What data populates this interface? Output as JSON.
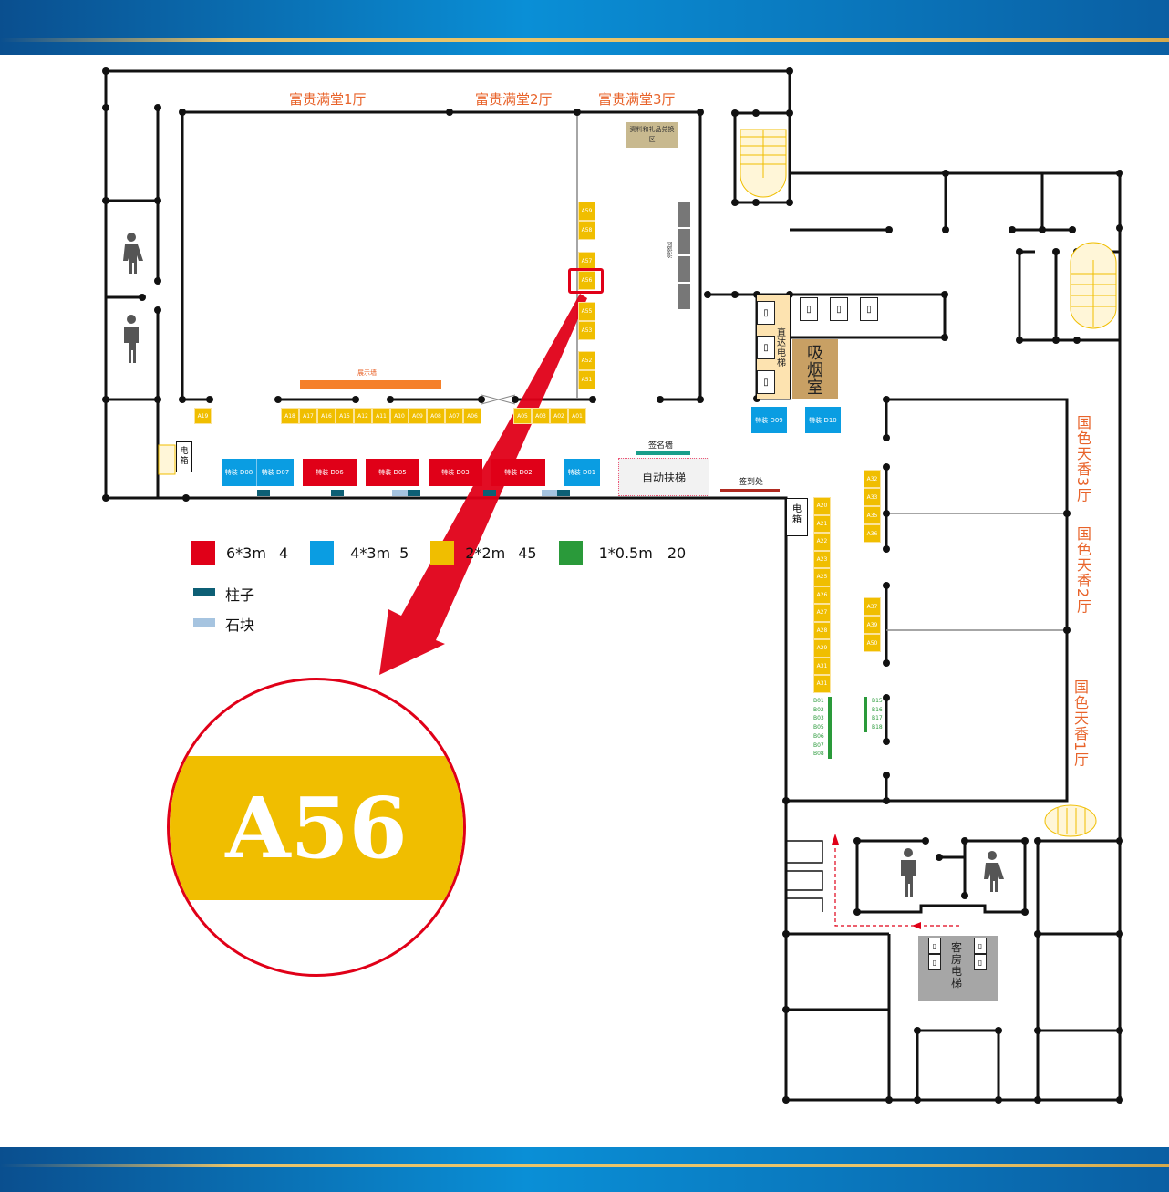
{
  "halls": {
    "h1": "富贵满堂1厅",
    "h2": "富贵满堂2厅",
    "h3": "富贵满堂3厅",
    "g3": "国色天香3厅",
    "g2": "国色天香2厅",
    "g1": "国色天香1厅"
  },
  "areas": {
    "gift_exchange": "资料和礼品兑换区",
    "negotiation": "洽谈区",
    "display_wall": "展示墙",
    "sign_wall": "签名墙",
    "escalator": "自动扶梯",
    "check_in": "签到处",
    "direct_elevator": "直达电梯",
    "smoking_room": "吸烟室",
    "electric_box": "电箱",
    "guest_elevator": "客房电梯"
  },
  "booths": {
    "col_a5x": [
      [
        "A59",
        "A58"
      ],
      [
        "A57",
        "A56"
      ],
      [
        "A55",
        "A53"
      ],
      [
        "A52",
        "A51"
      ]
    ],
    "a19": "A19",
    "row_left": [
      "A18",
      "A17",
      "A16",
      "A15",
      "A12",
      "A11",
      "A10",
      "A09",
      "A08",
      "A07",
      "A06"
    ],
    "row_right": [
      "A05",
      "A03",
      "A02",
      "A01"
    ],
    "col_right": [
      "A20",
      "A21",
      "A22",
      "A23",
      "A25",
      "A26",
      "A27",
      "A28",
      "A29",
      "A31",
      "A31"
    ],
    "col_g3": [
      "A32",
      "A33",
      "A35",
      "A36"
    ],
    "col_g2": [
      "A37",
      "A39",
      "A50"
    ],
    "b_left": [
      "B01",
      "B02",
      "B03",
      "B05",
      "B06",
      "B07",
      "B08"
    ],
    "b_right": [
      "B15",
      "B16",
      "B17",
      "B18"
    ]
  },
  "special": {
    "d08": "特装 D08",
    "d07": "特装 D07",
    "d06": "特装 D06",
    "d05": "特装 D05",
    "d03": "特装 D03",
    "d02": "特装 D02",
    "d01": "特装 D01",
    "d09": "特装 D09",
    "d10": "特装 D10"
  },
  "legend": {
    "red": {
      "label": "6*3m",
      "count": "4",
      "color": "#e00018"
    },
    "blue": {
      "label": "4*3m",
      "count": "5",
      "color": "#0a9de2"
    },
    "yellow": {
      "label": "2*2m",
      "count": "45",
      "color": "#f0be00"
    },
    "green": {
      "label": "1*0.5m",
      "count": "20",
      "color": "#2a9a3a"
    },
    "pillar": "柱子",
    "stone": "石块"
  },
  "highlight": {
    "booth": "A56",
    "color": "#e00018"
  }
}
